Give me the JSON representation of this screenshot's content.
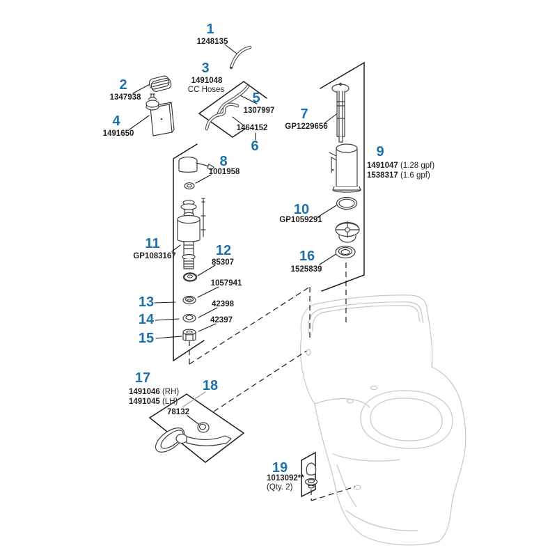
{
  "diagram_title": "Toilet tank and trim exploded parts diagram",
  "colors": {
    "callout_blue": "#1c72a8",
    "ink_black": "#231f20",
    "part_line": "#3d3d3d",
    "toilet_line": "#c6c6c6",
    "leader_gray": "#9a9a9a"
  },
  "items": {
    "i1": {
      "num": "1",
      "pn": "1248135"
    },
    "i2": {
      "num": "2",
      "pn": "1347938"
    },
    "i3": {
      "num": "3",
      "pn": "1491048",
      "note": "CC Hoses"
    },
    "i4": {
      "num": "4",
      "pn": "1491650"
    },
    "i5": {
      "num": "5",
      "pn": "1307997"
    },
    "i6": {
      "num": "6",
      "pn": "1464152"
    },
    "i7": {
      "num": "7",
      "pn": "GP1229656"
    },
    "i8": {
      "num": "8",
      "pn": "1001958"
    },
    "i9": {
      "num": "9",
      "lines": [
        {
          "pn": "1491047",
          "note": " (1.28 gpf)"
        },
        {
          "pn": "1538317",
          "note": " (1.6 gpf)"
        }
      ]
    },
    "i10": {
      "num": "10",
      "pn": "GP1059291"
    },
    "i11": {
      "num": "11",
      "pn": "GP1083167"
    },
    "i12": {
      "num": "12",
      "pn": "85307"
    },
    "i12b": {
      "pn": "1057941"
    },
    "i13": {
      "num": "13",
      "pn": "42398"
    },
    "i14": {
      "num": "14",
      "pn": "42397"
    },
    "i15": {
      "num": "15"
    },
    "i16": {
      "num": "16",
      "pn": "1525839"
    },
    "i17": {
      "num": "17",
      "lines": [
        {
          "pn": "1491046",
          "note": " (RH)"
        },
        {
          "pn": "1491045",
          "note": " (LH)"
        }
      ]
    },
    "i18": {
      "num": "18",
      "pn": "78132"
    },
    "i19": {
      "num": "19",
      "pn": "1013092**",
      "note": "(Qty. 2)"
    }
  }
}
